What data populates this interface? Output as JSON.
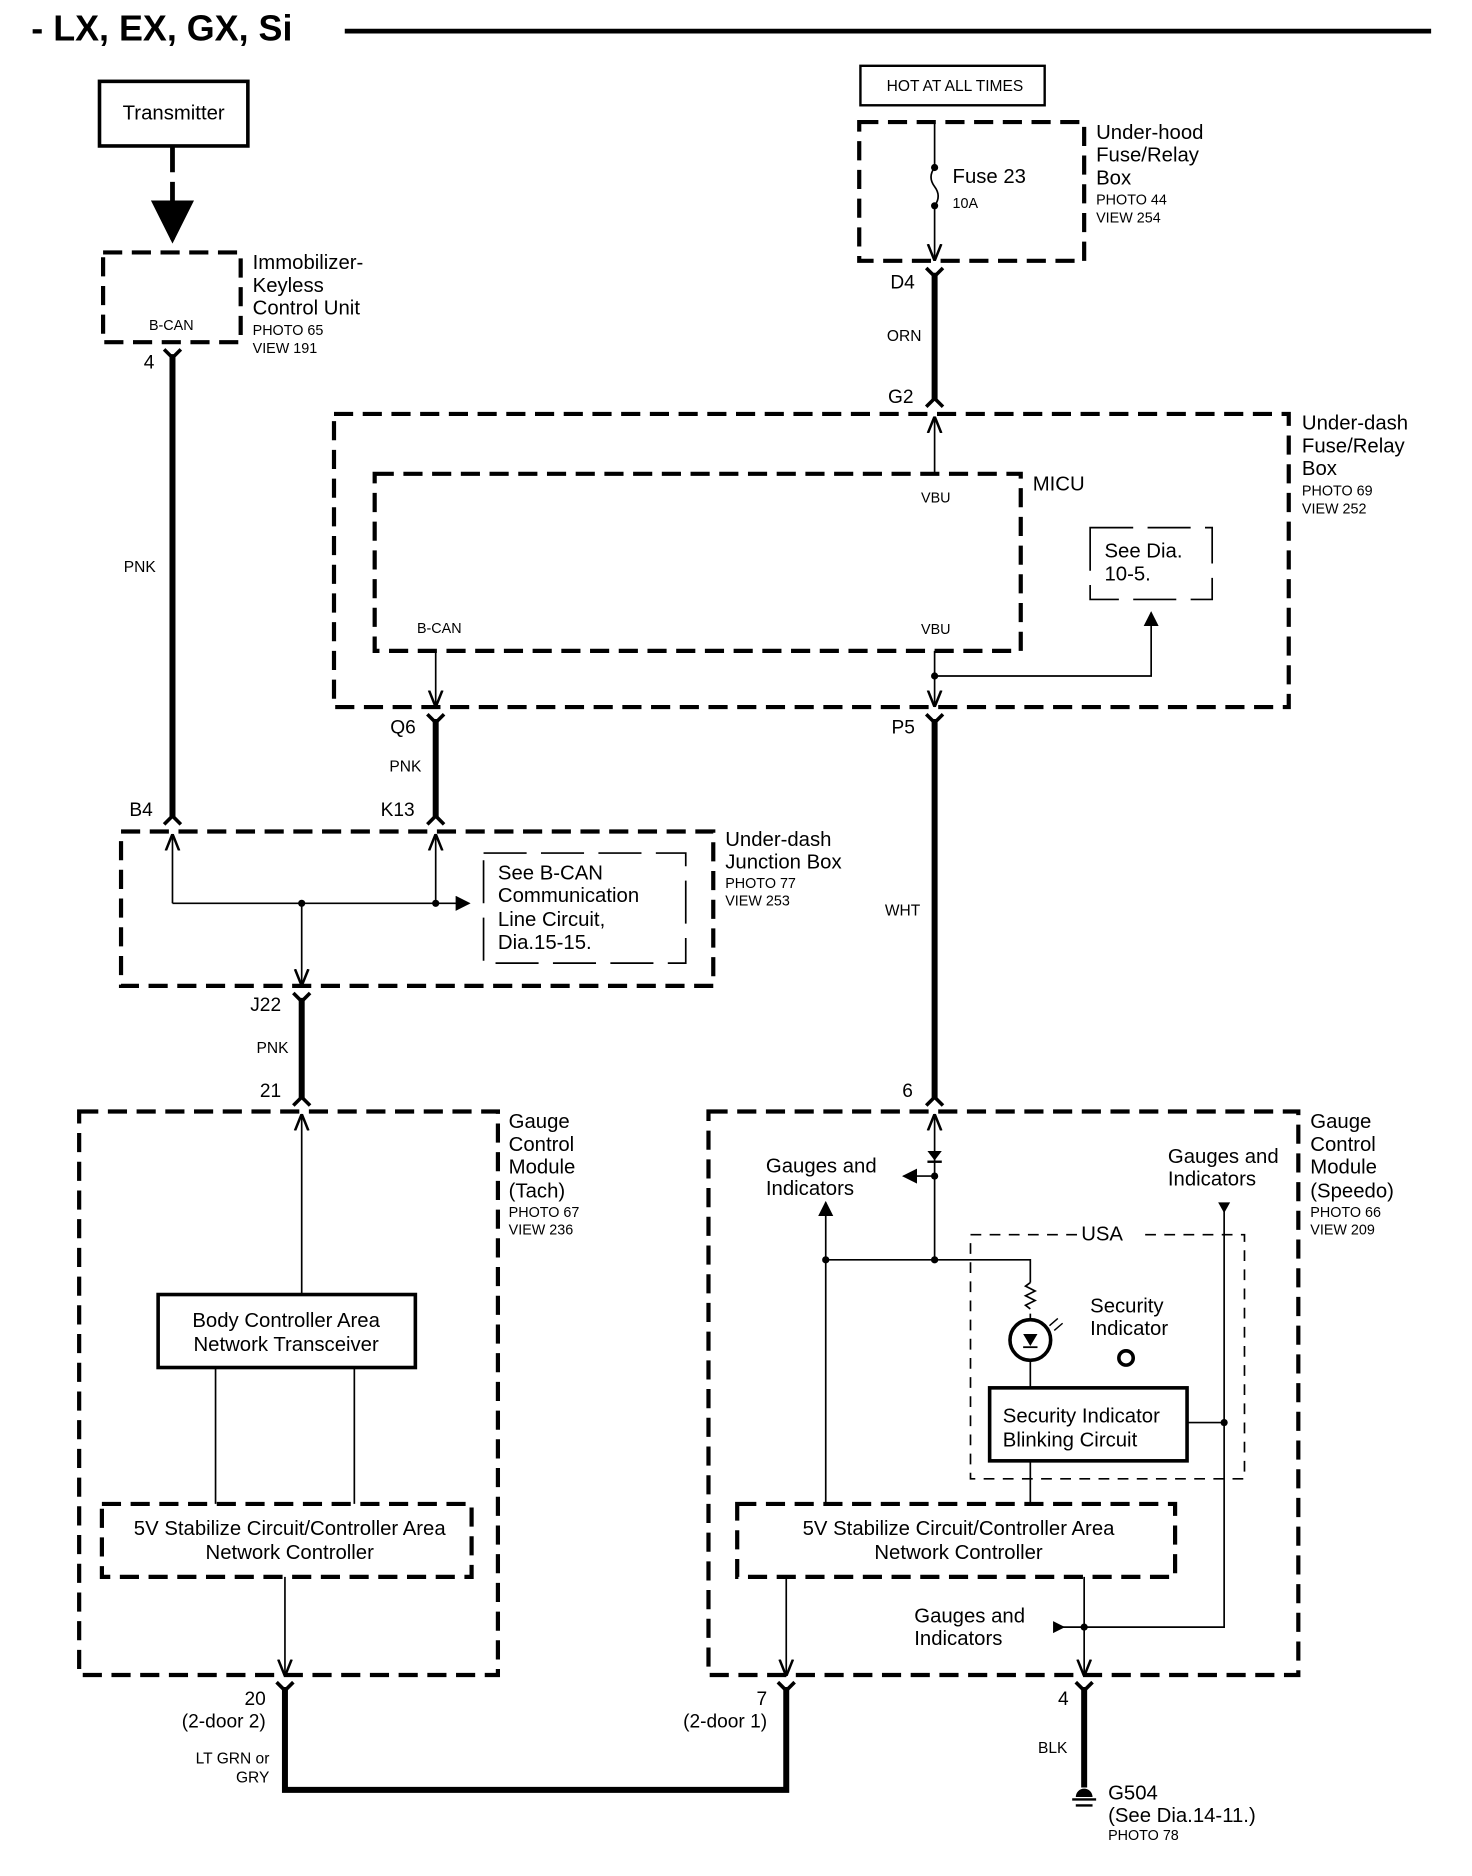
{
  "title": "- LX, EX, GX, Si",
  "power_source": "HOT AT ALL TIMES",
  "components": {
    "transmitter": {
      "label": "Transmitter"
    },
    "immobilizer": {
      "lines": [
        "Immobilizer-",
        "Keyless",
        "Control Unit"
      ],
      "photo": "PHOTO 65",
      "view": "VIEW 191",
      "pin_label": "B-CAN",
      "terminal": "4"
    },
    "underhood_box": {
      "lines": [
        "Under-hood",
        "Fuse/Relay",
        "Box"
      ],
      "photo": "PHOTO 44",
      "view": "VIEW 254",
      "fuse": "Fuse 23",
      "fuse_rating": "10A",
      "terminal": "D4"
    },
    "underdash_box": {
      "lines": [
        "Under-dash",
        "Fuse/Relay",
        "Box"
      ],
      "photo": "PHOTO 69",
      "view": "VIEW 252",
      "terminal_in": "G2",
      "terminal_bcan": "Q6",
      "terminal_out": "P5"
    },
    "micu": {
      "label": "MICU",
      "pin_vbu_top": "VBU",
      "pin_vbu_bottom": "VBU",
      "pin_bcan": "B-CAN",
      "see_dia": [
        "See Dia.",
        "10-5."
      ]
    },
    "junction_box": {
      "lines": [
        "Under-dash",
        "Junction Box"
      ],
      "photo": "PHOTO 77",
      "view": "VIEW 253",
      "terminal_b4": "B4",
      "terminal_k13": "K13",
      "terminal_j22": "J22",
      "see_bcan": [
        "See B-CAN",
        "Communication",
        "Line Circuit,",
        "Dia.15-15."
      ]
    },
    "gauge_tach": {
      "lines": [
        "Gauge",
        "Control",
        "Module",
        "(Tach)"
      ],
      "photo": "PHOTO 67",
      "view": "VIEW 236",
      "terminal_in": "21",
      "terminal_out": "20",
      "terminal_out_note": "(2-door 2)",
      "transceiver": [
        "Body Controller Area",
        "Network Transceiver"
      ],
      "controller": [
        "5V Stabilize Circuit/Controller Area",
        "Network Controller"
      ]
    },
    "gauge_speedo": {
      "lines": [
        "Gauge",
        "Control",
        "Module",
        "(Speedo)"
      ],
      "photo": "PHOTO 66",
      "view": "VIEW 209",
      "terminal_in": "6",
      "terminal_can": "7",
      "terminal_can_note": "(2-door 1)",
      "terminal_gnd": "4",
      "gauges_left": [
        "Gauges and",
        "Indicators"
      ],
      "gauges_right": [
        "Gauges and",
        "Indicators"
      ],
      "gauges_bottom": [
        "Gauges and",
        "Indicators"
      ],
      "usa_label": "USA",
      "security_indicator": [
        "Security",
        "Indicator"
      ],
      "blinking_circuit": [
        "Security Indicator",
        "Blinking Circuit"
      ],
      "controller": [
        "5V Stabilize Circuit/Controller Area",
        "Network Controller"
      ]
    },
    "ground": {
      "label": "G504",
      "note": "(See Dia.14-11.)",
      "photo": "PHOTO 78"
    }
  },
  "wires": {
    "immobilizer_to_junction": "PNK",
    "underhood_to_underdash": "ORN",
    "underdash_to_junction": "PNK",
    "junction_to_tach": "PNK",
    "underdash_to_speedo": "WHT",
    "can_bus": [
      "LT GRN or",
      "GRY"
    ],
    "ground": "BLK"
  }
}
